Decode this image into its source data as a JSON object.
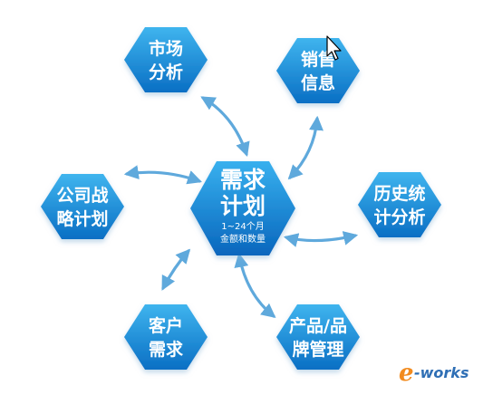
{
  "center": {
    "line1": "需求",
    "line2": "计划",
    "sub1": "1~24个月",
    "sub2": "金额和数量"
  },
  "nodes": {
    "market": {
      "line1": "市场",
      "line2": "分析"
    },
    "sales": {
      "line1": "销售",
      "line2": "信息"
    },
    "strategy": {
      "line1": "公司战",
      "line2": "略计划"
    },
    "history": {
      "line1": "历史统",
      "line2": "计分析"
    },
    "customer": {
      "line1": "客户",
      "line2": "需求"
    },
    "product": {
      "line1": "产品/品",
      "line2": "牌管理"
    }
  },
  "watermark": {
    "e": "e",
    "rest": "-works"
  },
  "colors": {
    "hex_top": "#3fb4ee",
    "hex_bottom": "#0a6fc4",
    "arrow": "#5fa9dc"
  }
}
